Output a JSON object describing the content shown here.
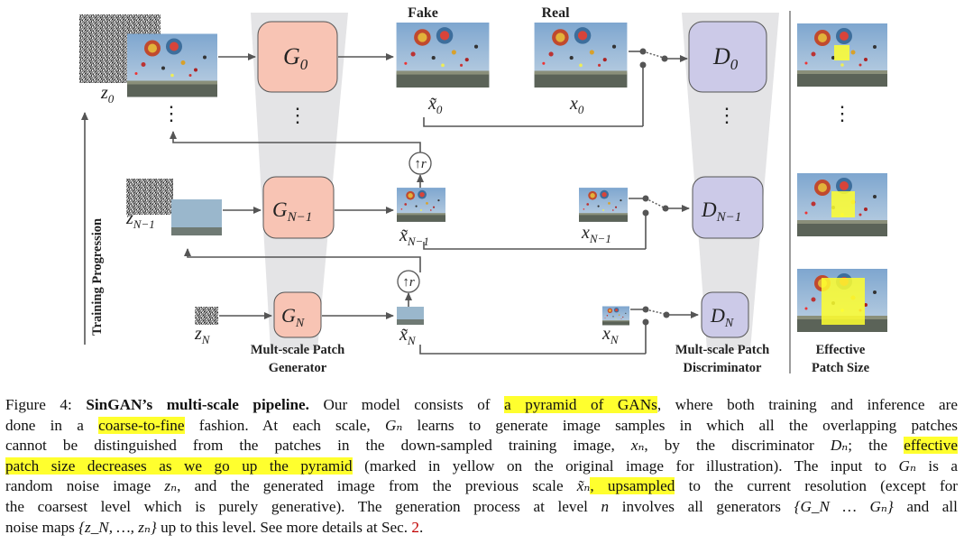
{
  "diagram": {
    "colors": {
      "generator_fill": "#f8c4b4",
      "discriminator_fill": "#cccae8",
      "pyramid_fill": "#e4e4e6",
      "highlight": "#ffff2e",
      "sky": "#93b3d4",
      "ground": "#5b6358",
      "arrow": "#555555"
    },
    "labels": {
      "fake": "Fake",
      "real": "Real",
      "g0": "G",
      "g0_sub": "0",
      "gn1": "G",
      "gn1_sub": "N−1",
      "gn": "G",
      "gn_sub": "N",
      "d0": "D",
      "d0_sub": "0",
      "dn1": "D",
      "dn1_sub": "N−1",
      "dn": "D",
      "dn_sub": "N",
      "z0": "z",
      "z0_sub": "0",
      "zn1": "z",
      "zn1_sub": "N−1",
      "zn": "z",
      "zn_sub": "N",
      "x0_fake": "x̃",
      "x0_fake_sub": "0",
      "x0_real": "x",
      "x0_real_sub": "0",
      "xn1_fake": "x̃",
      "xn1_fake_sub": "N−1",
      "xn1_real": "x",
      "xn1_real_sub": "N−1",
      "xn_fake": "x̃",
      "xn_fake_sub": "N",
      "xn_real": "x",
      "xn_real_sub": "N",
      "upsample": "↑r",
      "generator_caption_1": "Mult-scale Patch",
      "generator_caption_2": "Generator",
      "discriminator_caption_1": "Mult-scale Patch",
      "discriminator_caption_2": "Discriminator",
      "patch_caption_1": "Effective",
      "patch_caption_2": "Patch Size",
      "training_progression": "Training Progression",
      "dots": "⋮"
    }
  },
  "caption": {
    "figure_label": "Figure 4: ",
    "title": "SinGAN’s multi-scale pipeline.",
    "l1a": " Our model consists of ",
    "h1": "a pyramid of GANs",
    "l1b": ", where both training and inference are",
    "l2a": "done in a ",
    "h2": "coarse-to-fine",
    "l2b": " fashion.  At each scale, ",
    "m_Gn": "Gₙ",
    "l2c": " learns to generate image samples in which all the overlapping patches",
    "l3a": "cannot be distinguished from the patches in the down-sampled training image, ",
    "m_xn": "xₙ",
    "l3b": ", by the discriminator ",
    "m_Dn": "Dₙ",
    "l3c": "; the ",
    "h3a": "effective",
    "h3b": "patch size decreases as we go up the pyramid",
    "l4a": " (marked in yellow on the original image for illustration). The input to ",
    "m_Gn2": "Gₙ",
    "l4b": " is a",
    "l5a": "random noise image ",
    "m_zn": "zₙ",
    "l5b": ", and the generated image from the previous scale ",
    "m_xtn": "x̃ₙ",
    "h5": ", upsampled",
    "l5c": " to the current resolution (except for",
    "l6a": "the coarsest level which is purely generative). The generation process at level ",
    "m_n": "n",
    "l6b": " involves all generators ",
    "m_gens": "{G_N … Gₙ}",
    "l6c": " and all",
    "l7a": "noise maps ",
    "m_zs": "{z_N, …, zₙ}",
    "l7b": " up to this level. See more details at Sec. ",
    "ref": "2",
    "l7c": "."
  }
}
